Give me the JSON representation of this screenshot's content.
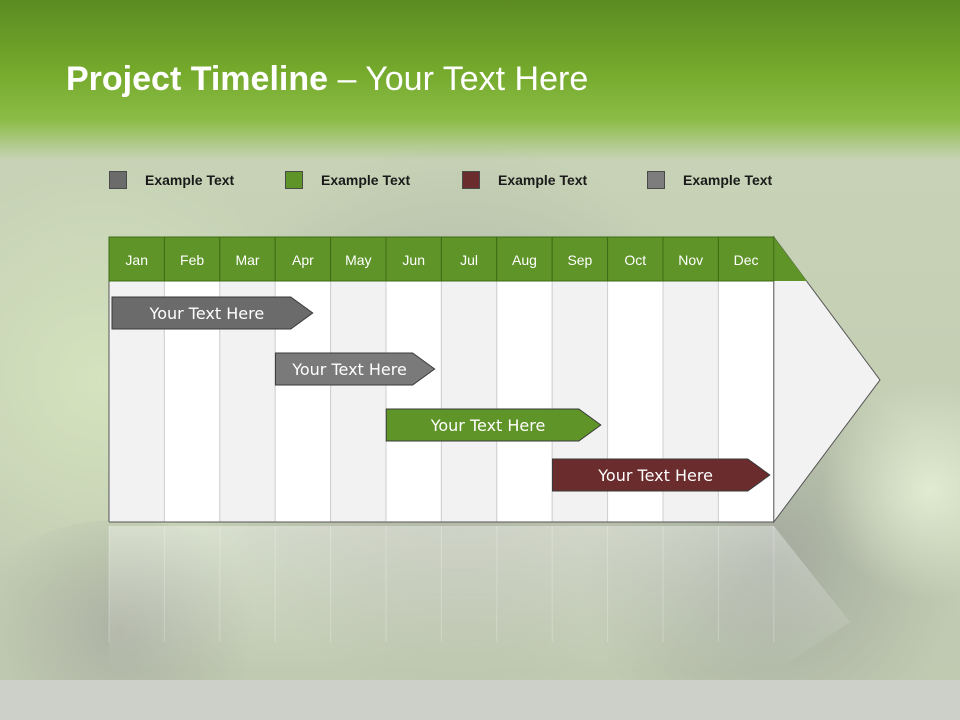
{
  "title": {
    "bold": "Project Timeline",
    "rest": " – Your Text Here"
  },
  "legend": [
    {
      "label": "Example Text",
      "color": "#6b6b6b"
    },
    {
      "label": "Example Text",
      "color": "#5f9428"
    },
    {
      "label": "Example Text",
      "color": "#6a2c2c"
    },
    {
      "label": "Example Text",
      "color": "#7d7d7d"
    }
  ],
  "months": [
    "Jan",
    "Feb",
    "Mar",
    "Apr",
    "May",
    "Jun",
    "Jul",
    "Aug",
    "Sep",
    "Oct",
    "Nov",
    "Dec"
  ],
  "tasks": [
    {
      "label": "Your  Text Here",
      "start": 0,
      "end": 3.75,
      "color": "#6b6b6b"
    },
    {
      "label": "Your  Text Here",
      "start": 2.95,
      "end": 5.95,
      "color": "#7a7a7a"
    },
    {
      "label": "Your  Text Here",
      "start": 4.95,
      "end": 8.95,
      "color": "#5f9428"
    },
    {
      "label": "Your  Text Here",
      "start": 7.95,
      "end": 12,
      "color": "#6a2c2c"
    }
  ],
  "colors": {
    "header_green": "#5f9428",
    "odd_column": "#f2f2f2",
    "even_column": "#ffffff"
  }
}
